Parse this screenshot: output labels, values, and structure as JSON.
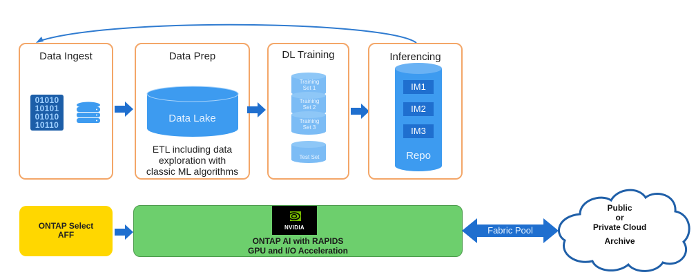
{
  "feedback_loop": {
    "from": "Inferencing",
    "to": "Data Ingest"
  },
  "stages": {
    "ingest": {
      "title": "Data Ingest",
      "binary_rows": [
        "01010",
        "10101",
        "01010",
        "10110"
      ],
      "icons": [
        "binary-data-icon",
        "database-icon"
      ]
    },
    "prep": {
      "title": "Data Prep",
      "lake_label": "Data Lake",
      "description_lines": [
        "ETL including data",
        "exploration with",
        "classic ML algorithms"
      ]
    },
    "training": {
      "title": "DL Training",
      "sets": [
        [
          "Training",
          "Set 1"
        ],
        [
          "Training",
          "Set 2"
        ],
        [
          "Training",
          "Set 3"
        ]
      ],
      "test_set": "Test Set"
    },
    "inferencing": {
      "title": "Inferencing",
      "models": [
        "IM1",
        "IM2",
        "IM3"
      ],
      "repo_label": "Repo"
    }
  },
  "bottom": {
    "ontap_select": [
      "ONTAP Select",
      "AFF"
    ],
    "ontap_ai": {
      "logo_text": "NVIDIA",
      "lines": [
        "ONTAP AI with RAPIDS",
        "GPU and I/O Acceleration"
      ]
    },
    "fabric_pool": "Fabric Pool",
    "cloud": {
      "lines": [
        "Public",
        "or",
        "Private Cloud"
      ],
      "archive": "Archive"
    }
  },
  "colors": {
    "stage_border": "#f3a668",
    "arrow_blue": "#1f6fcf",
    "cylinder_blue": "#3d9bf0",
    "cylinder_light": "#7cbcf5",
    "ontap_yellow": "#ffd700",
    "ontap_ai_green": "#6dcf6d",
    "cloud_border": "#1f5fa8"
  }
}
